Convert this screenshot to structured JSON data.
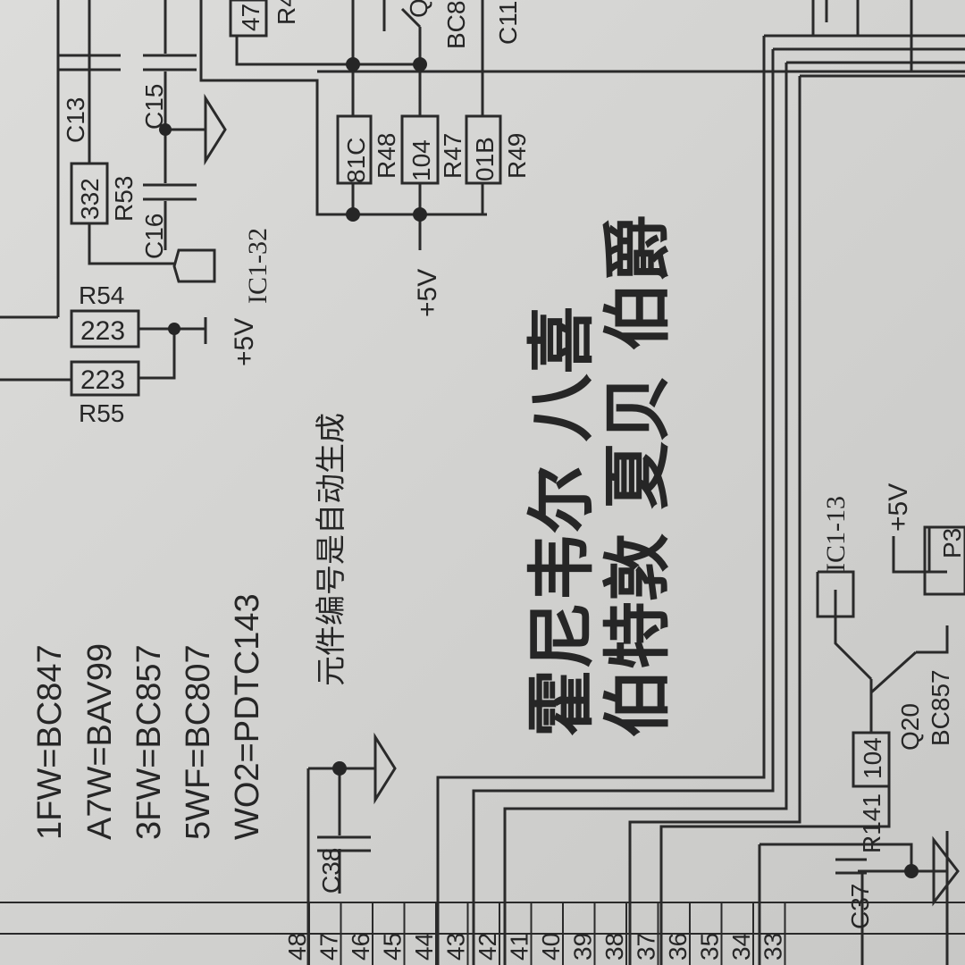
{
  "part_codes": [
    "1FW=BC847",
    "A7W=BAV99",
    "3FW=BC857",
    "5WF=BC807",
    "WO2=PDTC143"
  ],
  "note": "元件编号是自动生成",
  "brands": {
    "line1": "霍尼韦尔 八喜",
    "line2": "伯特敦 夏贝 伯爵"
  },
  "components": {
    "c13": "C13",
    "c15": "C15",
    "c16": "C16",
    "c38": "C38",
    "c37": "C37",
    "c11": "C11",
    "r53": {
      "label": "R53",
      "value": "332"
    },
    "r54": {
      "label": "R54",
      "value": "223"
    },
    "r55": {
      "label": "R55",
      "value": "223"
    },
    "r48": {
      "label": "R48",
      "value": "81C"
    },
    "r47": {
      "label": "R47",
      "value": "104"
    },
    "r49": {
      "label": "R49",
      "value": "01B"
    },
    "r141": {
      "label": "R141",
      "value": "104"
    },
    "r4x": {
      "label": "R4",
      "value": "47"
    },
    "q_top": {
      "label": "Q",
      "type": "BC8"
    },
    "q20": {
      "label": "Q20",
      "type": "BC857"
    },
    "p3": "P3"
  },
  "nets": {
    "vcc1": "+5V",
    "vcc2": "+5V",
    "vcc3": "+5V",
    "ic1_32": "IC1-32",
    "ic1_13": "IC1-13"
  },
  "pins": [
    "48",
    "47",
    "46",
    "45",
    "44",
    "43",
    "42",
    "41",
    "40",
    "39",
    "38",
    "37",
    "36",
    "35",
    "34",
    "33"
  ]
}
